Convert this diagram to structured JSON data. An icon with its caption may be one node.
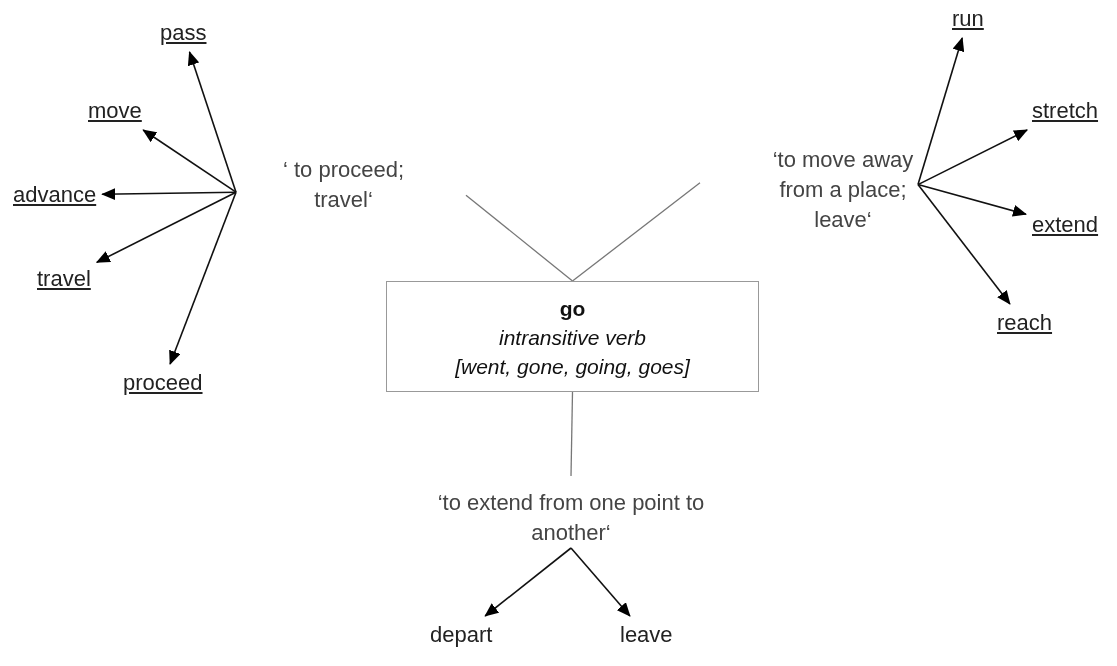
{
  "diagram": {
    "nodes": [
      {
        "text": [
          "go",
          "intransitive verb",
          "[went, gone, going, goes]"
        ]
      },
      {
        "text": [
          "‘ to proceed; travel‘"
        ]
      },
      {
        "text": [
          "‘to move away from a place; leave‘"
        ]
      },
      {
        "text": [
          "‘to extend from one point to another‘"
        ]
      },
      {
        "text": [
          "pass"
        ]
      },
      {
        "text": [
          "move"
        ]
      },
      {
        "text": [
          "advance"
        ]
      },
      {
        "text": [
          "travel"
        ]
      },
      {
        "text": [
          "proceed"
        ]
      },
      {
        "text": [
          "run"
        ]
      },
      {
        "text": [
          "stretch"
        ]
      },
      {
        "text": [
          "extend"
        ]
      },
      {
        "text": [
          "reach"
        ]
      },
      {
        "text": [
          "depart"
        ]
      },
      {
        "text": [
          "leave"
        ]
      }
    ],
    "edges": [
      {
        "from": 1,
        "to": 0,
        "arrow": "none",
        "color": "#777777"
      },
      {
        "from": 2,
        "to": 0,
        "arrow": "none",
        "color": "#777777"
      },
      {
        "from": 0,
        "to": 3,
        "arrow": "none",
        "color": "#777777"
      },
      {
        "from": 1,
        "to": 4,
        "arrow": "to"
      },
      {
        "from": 1,
        "to": 5,
        "arrow": "to"
      },
      {
        "from": 1,
        "to": 6,
        "arrow": "to"
      },
      {
        "from": 1,
        "to": 7,
        "arrow": "to"
      },
      {
        "from": 1,
        "to": 8,
        "arrow": "to"
      },
      {
        "from": 2,
        "to": 9,
        "arrow": "to"
      },
      {
        "from": 2,
        "to": 10,
        "arrow": "to"
      },
      {
        "from": 2,
        "to": 11,
        "arrow": "to"
      },
      {
        "from": 2,
        "to": 12,
        "arrow": "to"
      },
      {
        "from": 3,
        "to": 13,
        "arrow": "to"
      },
      {
        "from": 3,
        "to": 14,
        "arrow": "to"
      }
    ]
  }
}
